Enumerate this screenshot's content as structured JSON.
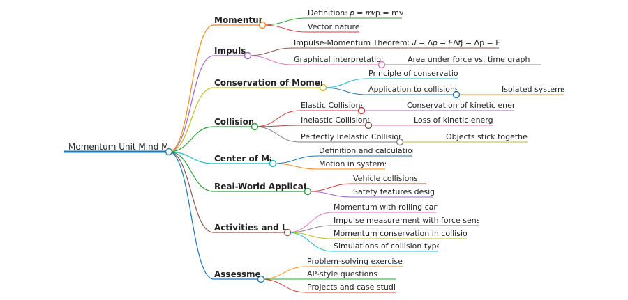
{
  "map": {
    "root": "Momentum Unit Mind Map",
    "branches": [
      {
        "label": "Momentum",
        "color": "#f58a1f",
        "children": [
          {
            "label": "Definition: 𝑝 = 𝑚𝑣p = mv",
            "color": "#2e9e3a"
          },
          {
            "label": "Vector nature",
            "color": "#d83a3a"
          }
        ]
      },
      {
        "label": "Impulse",
        "color": "#a064c8",
        "children": [
          {
            "label": "Impulse-Momentum Theorem: 𝐽 = Δ𝑝 = 𝐹Δ𝑡J = Δp = FΔt",
            "color": "#8c564b"
          },
          {
            "label": "Graphical interpretation",
            "color": "#e377c2",
            "children": [
              {
                "label": "Area under force vs. time graph",
                "color": "#7f7f7f"
              }
            ]
          }
        ]
      },
      {
        "label": "Conservation of Momentum",
        "color": "#bcbd22",
        "children": [
          {
            "label": "Principle of conservation",
            "color": "#17becf"
          },
          {
            "label": "Application to collisions",
            "color": "#1f77b4",
            "children": [
              {
                "label": "Isolated systems",
                "color": "#f58a1f"
              }
            ]
          }
        ]
      },
      {
        "label": "Collisions",
        "color": "#2e9e3a",
        "children": [
          {
            "label": "Elastic Collisions",
            "color": "#d83a3a",
            "children": [
              {
                "label": "Conservation of kinetic energy",
                "color": "#a064c8"
              }
            ]
          },
          {
            "label": "Inelastic Collisions",
            "color": "#8c564b",
            "children": [
              {
                "label": "Loss of kinetic energy",
                "color": "#e377c2"
              }
            ]
          },
          {
            "label": "Perfectly Inelastic Collisions",
            "color": "#7f7f7f",
            "children": [
              {
                "label": "Objects stick together",
                "color": "#bcbd22"
              }
            ]
          }
        ]
      },
      {
        "label": "Center of Mass",
        "color": "#17becf",
        "children": [
          {
            "label": "Definition and calculation",
            "color": "#1f77b4"
          },
          {
            "label": "Motion in systems",
            "color": "#f58a1f"
          }
        ]
      },
      {
        "label": "Real-World Applications",
        "color": "#2e9e3a",
        "children": [
          {
            "label": "Vehicle collisions",
            "color": "#d83a3a"
          },
          {
            "label": "Safety features design",
            "color": "#a064c8"
          }
        ]
      },
      {
        "label": "Activities and Labs",
        "color": "#8c564b",
        "children": [
          {
            "label": "Momentum with rolling carts",
            "color": "#e377c2"
          },
          {
            "label": "Impulse measurement with force sensors",
            "color": "#7f7f7f"
          },
          {
            "label": "Momentum conservation in collisions",
            "color": "#bcbd22"
          },
          {
            "label": "Simulations of collision types",
            "color": "#17becf"
          }
        ]
      },
      {
        "label": "Assessment",
        "color": "#1f77b4",
        "children": [
          {
            "label": "Problem-solving exercises",
            "color": "#f58a1f"
          },
          {
            "label": "AP-style questions",
            "color": "#2e9e3a"
          },
          {
            "label": "Projects and case studies",
            "color": "#d83a3a"
          }
        ]
      }
    ]
  }
}
